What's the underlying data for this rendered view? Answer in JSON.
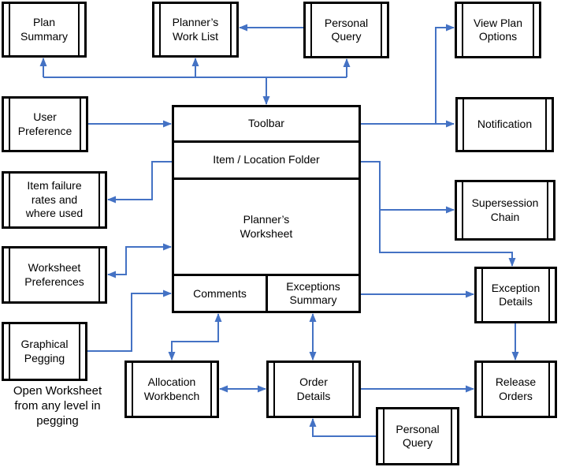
{
  "colors": {
    "arrow": "#4472C4",
    "border": "#000000",
    "background": "#FFFFFF",
    "text": "#000000"
  },
  "nodes": {
    "plan_summary": "Plan Summary",
    "planners_work_list": "Planner’s Work List",
    "personal_query_top": "Personal Query",
    "view_plan_options": "View Plan Options",
    "user_preference": "User Preference",
    "notification": "Notification",
    "item_failure_rates": "Item failure rates and where used",
    "supersession_chain": "Supersession Chain",
    "worksheet_preferences": "Worksheet Preferences",
    "exception_details": "Exception Details",
    "graphical_pegging": "Graphical Pegging",
    "release_orders": "Release Orders",
    "allocation_workbench": "Allocation Workbench",
    "order_details": "Order Details",
    "personal_query_bottom": "Personal Query"
  },
  "main_panel": {
    "toolbar": "Toolbar",
    "item_location_folder": "Item / Location Folder",
    "planners_worksheet": "Planner’s Worksheet",
    "comments": "Comments",
    "exceptions_summary": "Exceptions Summary"
  },
  "caption": "Open Worksheet from any level in pegging",
  "connections": [
    {
      "from": "toolbar",
      "to": "plan_summary",
      "bidirectional": true
    },
    {
      "from": "toolbar",
      "to": "planners_work_list",
      "bidirectional": true
    },
    {
      "from": "toolbar",
      "to": "personal_query_top",
      "bidirectional": true
    },
    {
      "from": "personal_query_top",
      "to": "planners_work_list",
      "bidirectional": false
    },
    {
      "from": "user_preference",
      "to": "toolbar",
      "bidirectional": false
    },
    {
      "from": "toolbar",
      "to": "view_plan_options",
      "bidirectional": false
    },
    {
      "from": "toolbar",
      "to": "notification",
      "bidirectional": false
    },
    {
      "from": "item_location_folder",
      "to": "item_failure_rates",
      "bidirectional": false
    },
    {
      "from": "item_location_folder",
      "to": "supersession_chain",
      "bidirectional": false
    },
    {
      "from": "item_location_folder",
      "to": "exception_details",
      "bidirectional": false
    },
    {
      "from": "planners_worksheet",
      "to": "worksheet_preferences",
      "bidirectional": true
    },
    {
      "from": "graphical_pegging",
      "to": "comments",
      "bidirectional": false
    },
    {
      "from": "comments",
      "to": "allocation_workbench",
      "bidirectional": true
    },
    {
      "from": "exceptions_summary",
      "to": "order_details",
      "bidirectional": true
    },
    {
      "from": "allocation_workbench",
      "to": "order_details",
      "bidirectional": true
    },
    {
      "from": "exceptions_summary",
      "to": "exception_details",
      "bidirectional": false
    },
    {
      "from": "exception_details",
      "to": "release_orders",
      "bidirectional": false
    },
    {
      "from": "order_details",
      "to": "release_orders",
      "bidirectional": false
    },
    {
      "from": "personal_query_bottom",
      "to": "order_details",
      "bidirectional": false
    }
  ]
}
